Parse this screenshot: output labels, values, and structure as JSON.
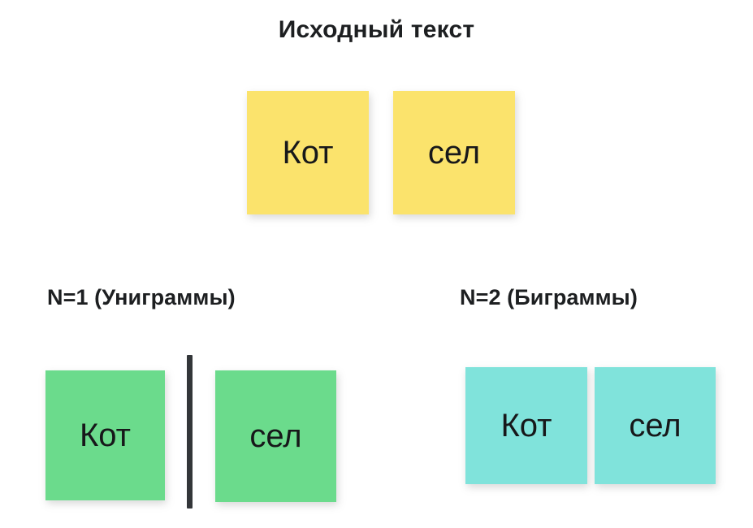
{
  "diagram": {
    "title": "Исходный текст",
    "sections": [
      {
        "id": "unigrams",
        "heading": "N=1 (Униграммы)",
        "n": 1,
        "separator": true,
        "color": "#6bdb8c",
        "tokens": [
          "Кот",
          "сел"
        ]
      },
      {
        "id": "bigrams",
        "heading": "N=2 (Биграммы)",
        "n": 2,
        "separator": false,
        "color": "#80e3db",
        "tokens": [
          "Кот",
          "сел"
        ]
      }
    ],
    "source": {
      "color": "#fbe36c",
      "tokens": [
        "Кот",
        "сел"
      ]
    },
    "colors": {
      "background": "#ffffff",
      "text": "#1d1f21",
      "card_text": "#17181a",
      "source_card": "#fbe36c",
      "unigram_card": "#6bdb8c",
      "bigram_card": "#80e3db",
      "separator": "#333639"
    }
  }
}
